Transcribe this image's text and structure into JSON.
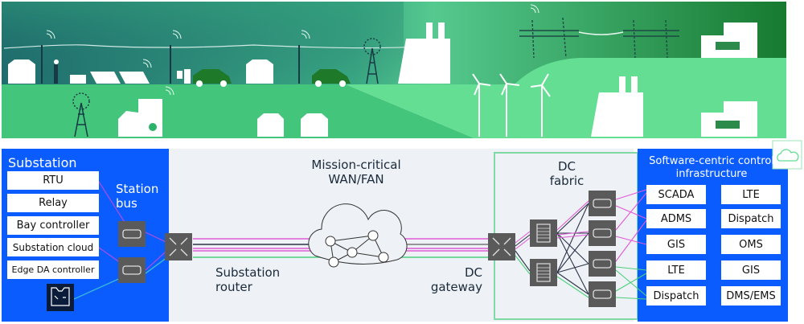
{
  "scene": {
    "description": "Grid illustration: homes, solar panels, EV chargers, cars, radio towers, substations, transmission towers, wind turbines and a control center"
  },
  "substation": {
    "title": "Substation",
    "devices": [
      "RTU",
      "Relay",
      "Bay controller",
      "Substation cloud",
      "Edge DA controller"
    ],
    "station_bus_label": "Station bus"
  },
  "wan": {
    "title": "Mission-critical WAN/FAN",
    "substation_router_label": "Substation router",
    "dc_gateway_label": "DC gateway"
  },
  "dc_fabric": {
    "title": "DC fabric"
  },
  "control": {
    "title": "Software-centric control infrastructure",
    "left_apps": [
      "SCADA",
      "ADMS",
      "GIS",
      "LTE",
      "Dispatch"
    ],
    "right_apps": [
      "LTE",
      "Dispatch",
      "OMS",
      "GIS",
      "DMS/EMS"
    ]
  },
  "colors": {
    "blue": "#0a5cff",
    "wan_bg": "#eef1f5",
    "green_light": "#63de92",
    "green_mid": "#3fc47a",
    "teal_dark": "#1f6f6f",
    "green_dark": "#177a30",
    "device_gray": "#5a5a5a",
    "magenta_link": "#e05ad6",
    "purple_link": "#9a4fe0",
    "green_link": "#4ccf7f",
    "cyan_link": "#36b6d6",
    "dark_link": "#2c3548"
  }
}
